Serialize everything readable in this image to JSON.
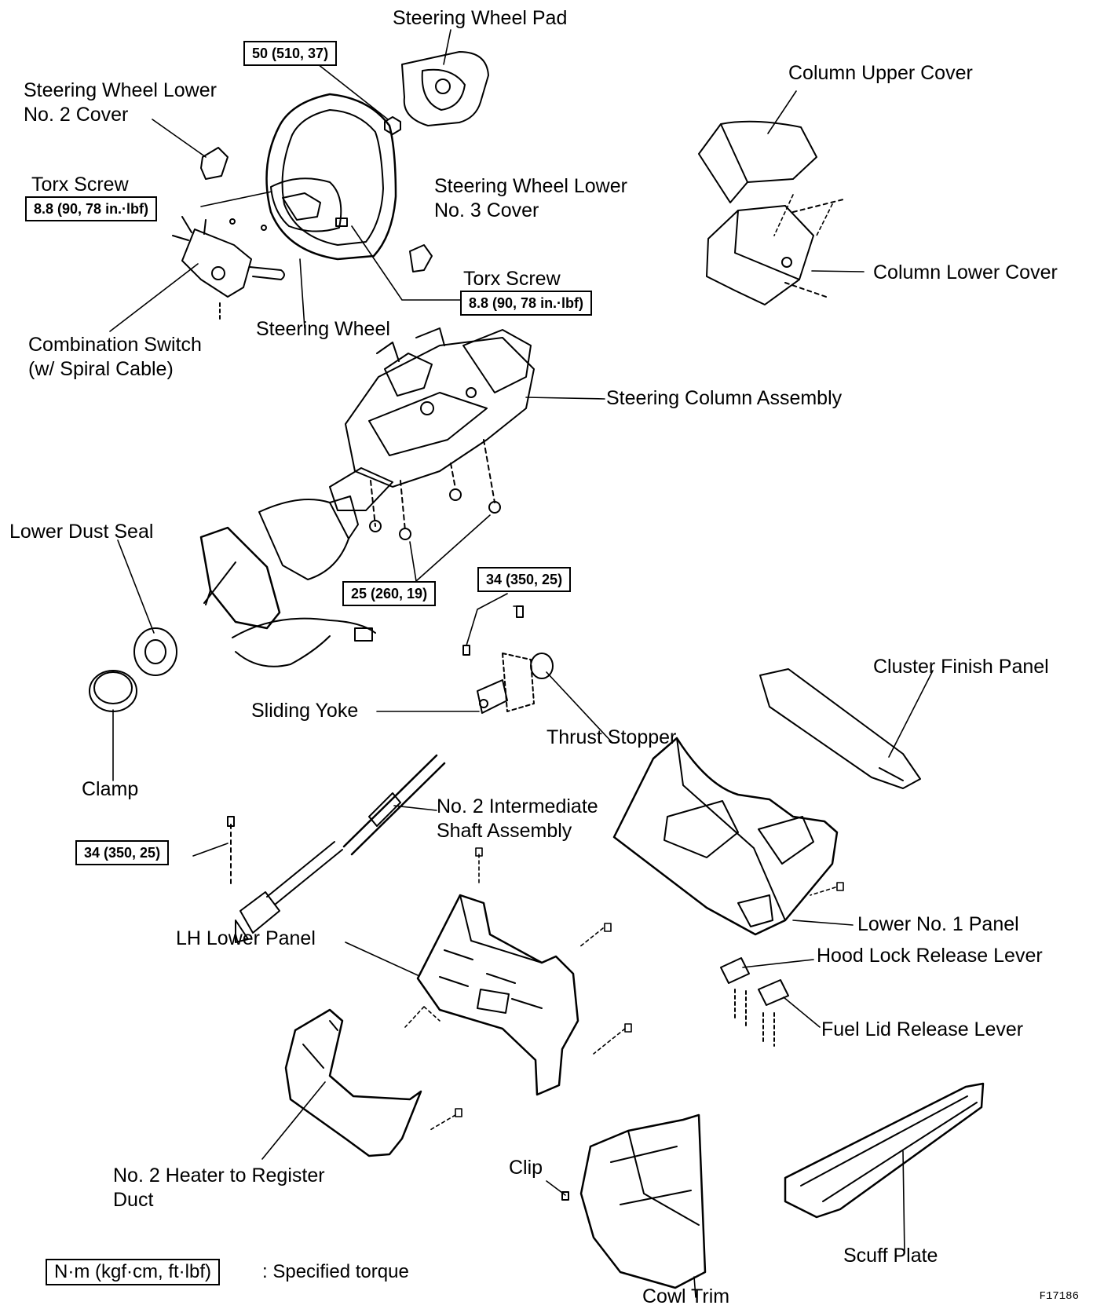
{
  "labels": {
    "steering_wheel_pad": "Steering Wheel Pad",
    "column_upper_cover": "Column Upper Cover",
    "steering_wheel_lower_no2_cover": "Steering Wheel Lower\nNo. 2 Cover",
    "torx_screw_left": "Torx Screw",
    "steering_wheel_lower_no3_cover": "Steering Wheel Lower\nNo. 3 Cover",
    "torx_screw_right": "Torx Screw",
    "column_lower_cover": "Column Lower Cover",
    "combination_switch": "Combination Switch\n(w/ Spiral Cable)",
    "steering_wheel": "Steering Wheel",
    "steering_column_assembly": "Steering Column Assembly",
    "lower_dust_seal": "Lower Dust Seal",
    "sliding_yoke": "Sliding Yoke",
    "thrust_stopper": "Thrust Stopper",
    "cluster_finish_panel": "Cluster Finish Panel",
    "clamp": "Clamp",
    "no2_intermediate_shaft": "No. 2 Intermediate\nShaft Assembly",
    "lh_lower_panel": "LH Lower Panel",
    "lower_no1_panel": "Lower No. 1 Panel",
    "hood_lock_release_lever": "Hood Lock Release Lever",
    "fuel_lid_release_lever": "Fuel Lid Release Lever",
    "no2_heater_duct": "No. 2 Heater to Register\nDuct",
    "clip": "Clip",
    "scuff_plate": "Scuff Plate",
    "cowl_trim": "Cowl Trim"
  },
  "torque": {
    "wheel_nut": "50 (510, 37)",
    "torx_left": "8.8 (90, 78 in.·lbf)",
    "torx_right": "8.8 (90, 78 in.·lbf)",
    "column_nuts": "25 (260, 19)",
    "yoke_bolts": "34 (350, 25)",
    "shaft_bolt": "34 (350, 25)"
  },
  "legend": {
    "unit": "N·m (kgf·cm, ft·lbf)",
    "text": ": Specified torque"
  },
  "figure_id": "F17186"
}
